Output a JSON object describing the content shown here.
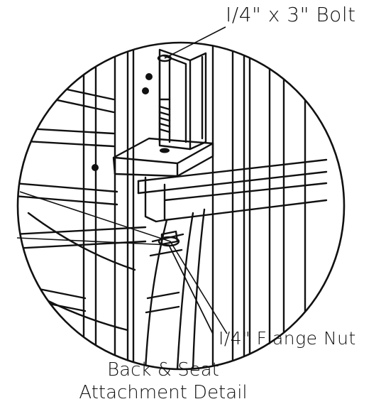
{
  "callouts": {
    "bolt": "I/4\" x 3\" Bolt",
    "nut": "I/4\" Flange Nut"
  },
  "caption": {
    "line1": "Back & Seat",
    "line2": "Attachment Detail"
  },
  "colors": {
    "ink": "#111111",
    "background": "#ffffff"
  }
}
